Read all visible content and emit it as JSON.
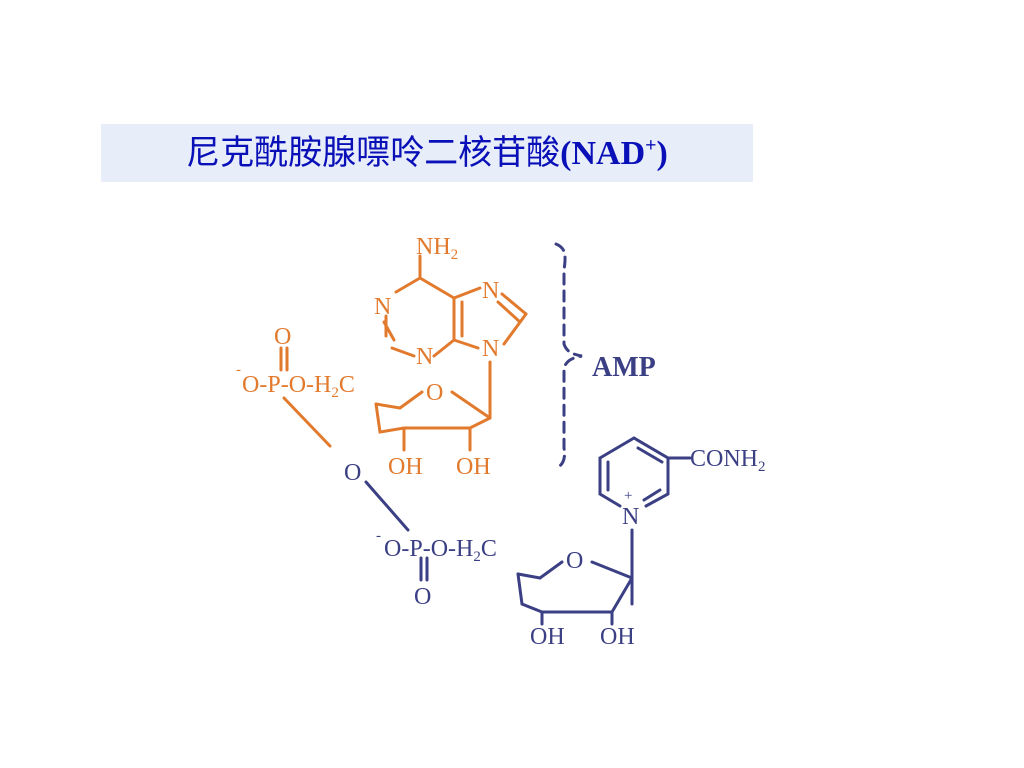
{
  "title": {
    "chinese": "尼克酰胺腺嘌呤二核苷酸",
    "formula_open": "(NAD",
    "formula_charge": "+",
    "formula_close": ")"
  },
  "colors": {
    "amp_part": "#e27a2e",
    "nmn_part": "#3b3f84",
    "title_text": "#0a10b8",
    "title_background": "#e8eef9"
  },
  "labels": {
    "amino_group": {
      "main": "NH",
      "sub": "2"
    },
    "ring_nitrogen": "N",
    "furanose_oxygen": "O",
    "hydroxyl": "OH",
    "phosphate_oxygen": "O",
    "phosphate_atom": "P",
    "phosphate_dash": "-",
    "negative_charge": "-",
    "methylene_h": "H",
    "methylene_sub": "2",
    "methylene_c": "C",
    "bridge_oxygen": "O",
    "amide_group": {
      "main": "CONH",
      "sub": "2"
    },
    "pyridinium_charge": "+",
    "amp_brace_label": "AMP"
  }
}
